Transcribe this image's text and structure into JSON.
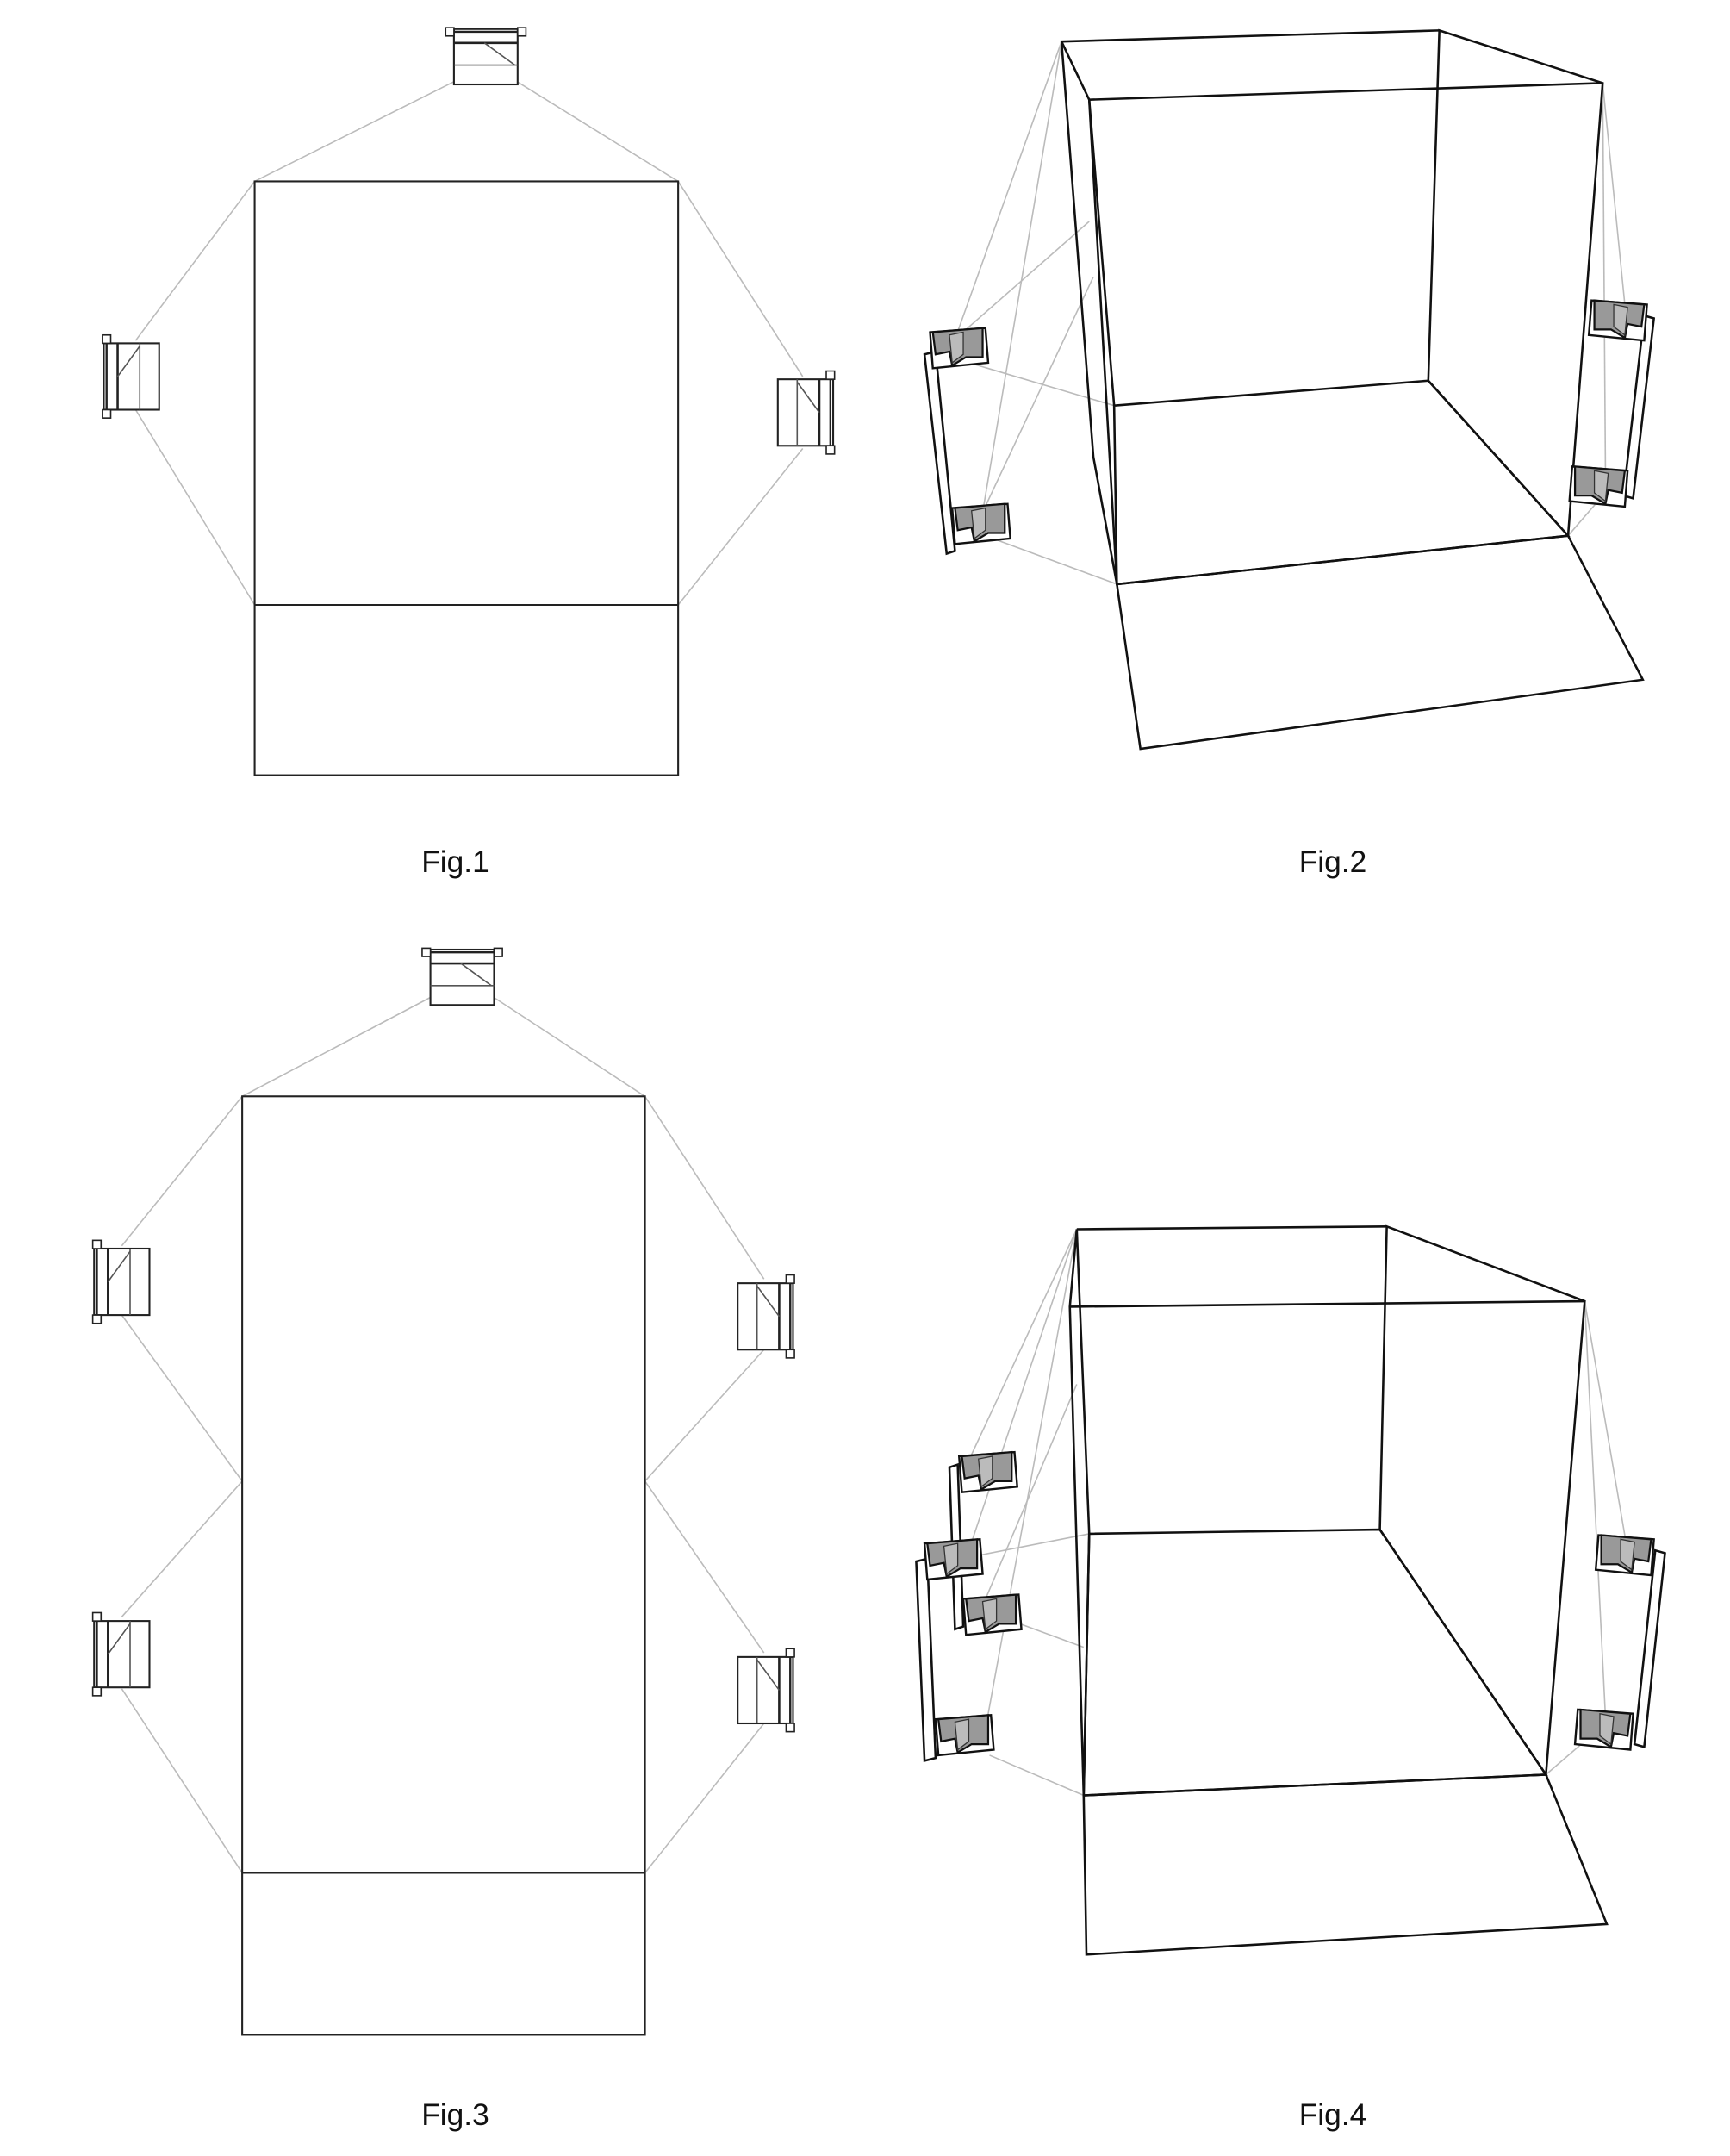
{
  "figures": [
    {
      "label": "Fig.1",
      "view": "top"
    },
    {
      "label": "Fig.2",
      "view": "perspective"
    },
    {
      "label": "Fig.3",
      "view": "top"
    },
    {
      "label": "Fig.4",
      "view": "perspective"
    }
  ],
  "colors": {
    "right_wall": "#8f8f8f",
    "floor": "#ababab",
    "ramp": "#dedede",
    "left_wall": "#9a9a9a",
    "fig4_right_wall": "#7a7a7a"
  }
}
